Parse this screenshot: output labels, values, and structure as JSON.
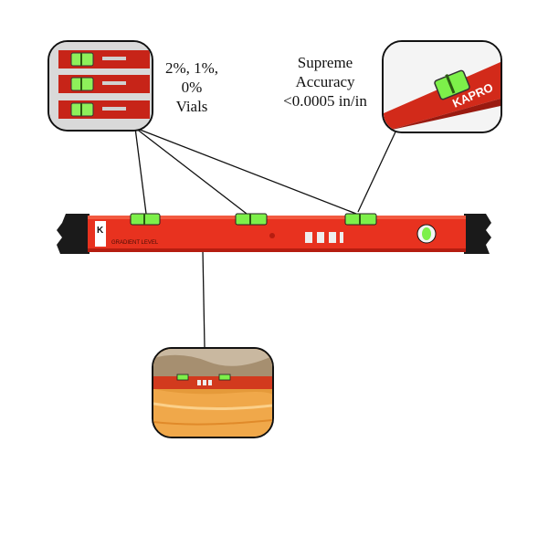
{
  "callouts": {
    "vials": {
      "lines": [
        "2%, 1%,",
        "0%",
        "Vials"
      ]
    },
    "accuracy": {
      "lines": [
        "Supreme",
        "Accuracy",
        "<0.0005 in/in"
      ]
    }
  },
  "level": {
    "brand_mark": "K",
    "side_label": "GRADIENT LEVEL",
    "colors": {
      "body": "#e8321f",
      "body_dark": "#b51d10",
      "vial": "#7df04a",
      "endcap": "#1a1a1a"
    }
  },
  "insets": {
    "vials_closeup": {
      "vial_count": 3
    },
    "brand_closeup": {
      "brand_text": "KAPRO"
    },
    "work_closeup": {}
  }
}
